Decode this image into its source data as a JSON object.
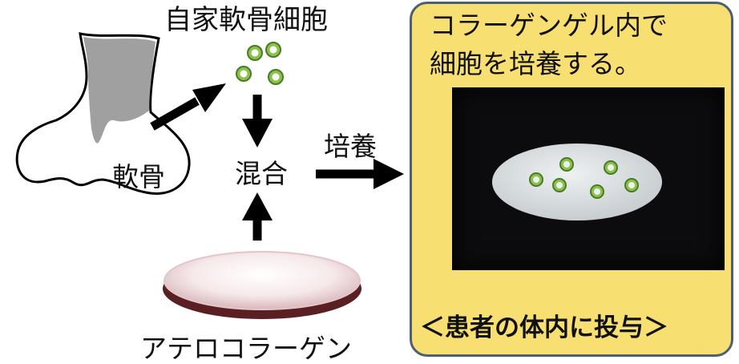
{
  "labels": {
    "cells": "自家軟骨細胞",
    "cartilage": "軟骨",
    "mix": "混合",
    "culture": "培養",
    "atelocollagen": "アテロコラーゲン"
  },
  "panel": {
    "line1": "コラーゲンゲル内で",
    "line2": "細胞を培養する。",
    "caption": "＜患者の体内に投与＞"
  },
  "colors": {
    "panel_bg": "#f8df72",
    "panel_border": "#4d5f73",
    "cell_fill": "#8bc34a",
    "bone_gray": "#a0a0a0"
  }
}
